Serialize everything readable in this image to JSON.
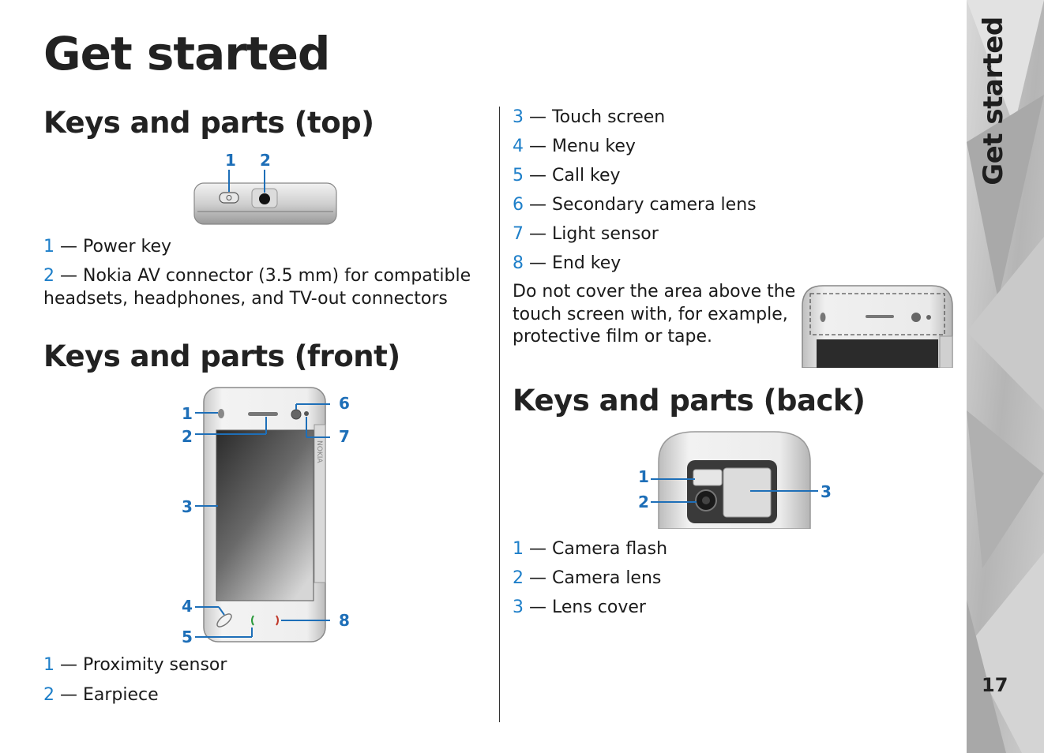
{
  "page": {
    "title": "Get started",
    "side_tab": "Get started",
    "page_number": "17"
  },
  "top": {
    "heading": "Keys and parts (top)",
    "callouts": [
      "1",
      "2"
    ],
    "items": [
      {
        "num": "1",
        "text": " — Power key"
      },
      {
        "num": "2",
        "text": " — Nokia AV connector (3.5 mm) for compatible"
      }
    ],
    "item2_cont": "headsets, headphones, and TV-out connectors"
  },
  "front": {
    "heading": "Keys and parts (front)",
    "callouts": [
      "1",
      "2",
      "3",
      "4",
      "5",
      "6",
      "7",
      "8"
    ],
    "items_left": [
      {
        "num": "1",
        "text": " — Proximity sensor"
      },
      {
        "num": "2",
        "text": " — Earpiece"
      }
    ],
    "items_right": [
      {
        "num": "3",
        "text": " — Touch screen"
      },
      {
        "num": "4",
        "text": " — Menu key"
      },
      {
        "num": "5",
        "text": " — Call key"
      },
      {
        "num": "6",
        "text": " — Secondary camera lens"
      },
      {
        "num": "7",
        "text": " — Light sensor"
      },
      {
        "num": "8",
        "text": " — End key"
      }
    ],
    "note_lines": [
      "Do not cover the area above the",
      "touch screen with, for example,",
      "protective film or tape."
    ]
  },
  "back": {
    "heading": "Keys and parts (back)",
    "callouts": [
      "1",
      "2",
      "3"
    ],
    "items": [
      {
        "num": "1",
        "text": " — Camera flash"
      },
      {
        "num": "2",
        "text": " — Camera lens"
      },
      {
        "num": "3",
        "text": " — Lens cover"
      }
    ]
  },
  "colors": {
    "accent": "#1e7fc9",
    "callout": "#1e6fb8",
    "text": "#1a1a1a",
    "side_tab_bg": "#bdbdbd"
  }
}
